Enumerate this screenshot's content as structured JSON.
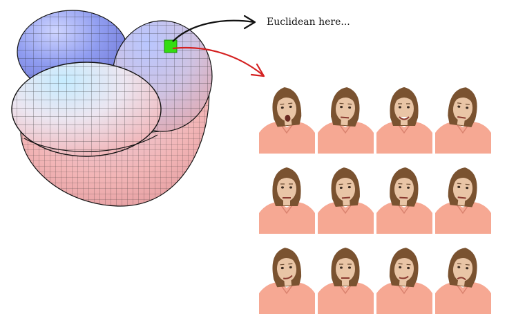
{
  "annotation": {
    "text": "Euclidean here...",
    "arrow_colors": [
      "#111111",
      "#d42020"
    ],
    "patch_color": "#33dd11"
  },
  "manifold": {
    "icon": "blob-manifold-icon",
    "surface_colors": [
      "#8a9af0",
      "#c8c8e8",
      "#f2b4b4"
    ]
  },
  "face_grid": {
    "rows": 3,
    "cols": 4,
    "shirt_color": "#f6a893",
    "skin_color": "#e9c5a6",
    "hair_color": "#7a5230",
    "expressions": [
      "surprised",
      "puzzled",
      "smiling",
      "skeptical",
      "neutral",
      "thinking",
      "thinking",
      "doubtful",
      "smirk",
      "looking-up",
      "smirk",
      "pouting"
    ]
  }
}
